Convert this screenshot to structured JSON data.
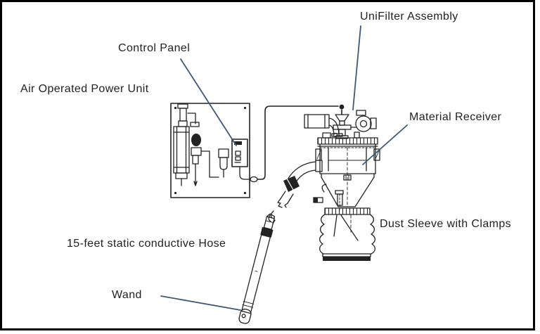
{
  "diagram": {
    "description": "Air operated vacuum power unit system diagram",
    "labels": {
      "unifilter": "UniFilter Assembly",
      "control_panel": "Control Panel",
      "power_unit": "Air Operated Power Unit",
      "material_receiver": "Material Receiver",
      "dust_sleeve": "Dust Sleeve with Clamps",
      "hose": "15-feet static conductive Hose",
      "wand": "Wand"
    },
    "colors": {
      "ink": "#222222",
      "leader": "#3e5974",
      "frame": "#000000",
      "background": "#ffffff"
    }
  }
}
